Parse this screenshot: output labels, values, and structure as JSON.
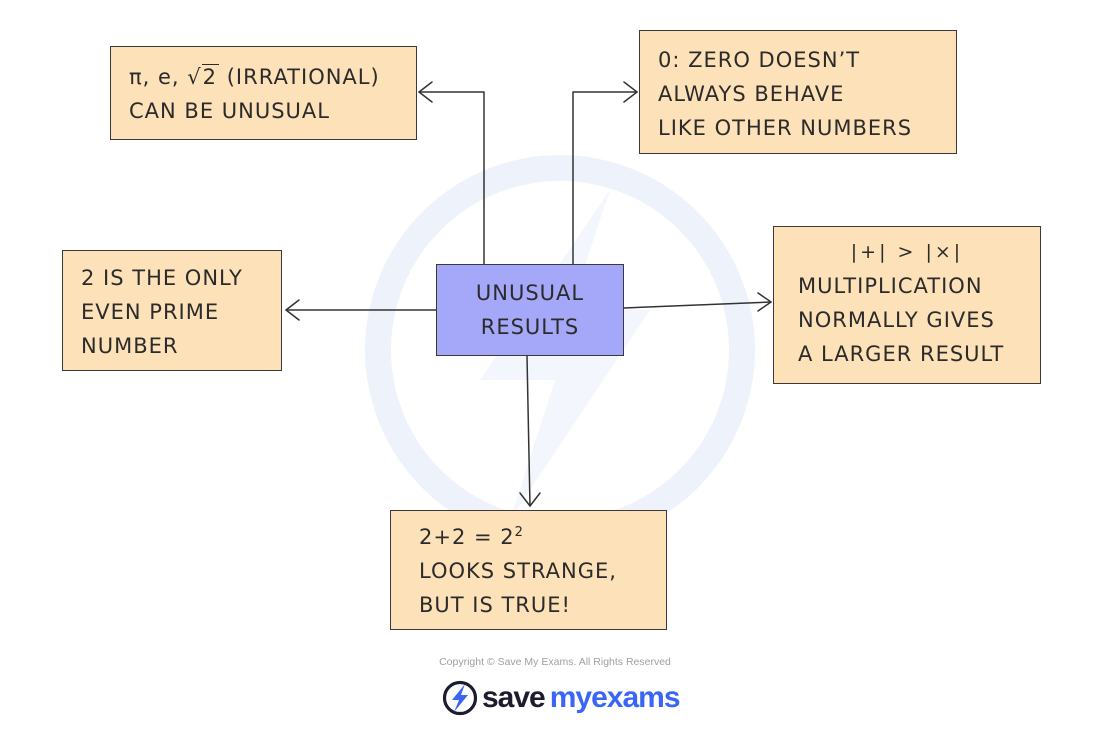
{
  "diagram": {
    "center": {
      "lines": [
        "UNUSUAL",
        "RESULTS"
      ]
    },
    "irrational": {
      "pi": "π",
      "e_part": ", e, ",
      "sqrt_sym": "√",
      "sqrt_num": "2",
      "tail": " (IRRATIONAL)",
      "line2": "CAN BE UNUSUAL"
    },
    "zero": {
      "lines": [
        "0: ZERO DOESN’T",
        "ALWAYS BEHAVE",
        "LIKE OTHER NUMBERS"
      ]
    },
    "prime": {
      "lines": [
        "2 IS THE ONLY",
        "EVEN PRIME",
        "NUMBER"
      ]
    },
    "multiply": {
      "math": "|+| > |×|",
      "lines": [
        "MULTIPLICATION",
        "NORMALLY GIVES",
        "A LARGER RESULT"
      ]
    },
    "square": {
      "eq_lhs": "2+2 = 2",
      "eq_exp": "2",
      "lines": [
        "LOOKS STRANGE,",
        "BUT IS TRUE!"
      ]
    }
  },
  "footer": {
    "copyright": "Copyright © Save My Exams. All Rights Reserved",
    "brand_part1": "save",
    "brand_part2": "my",
    "brand_part3": "exams"
  },
  "colors": {
    "node_fill": "#fde1b9",
    "center_fill": "#a5a8f8",
    "stroke": "#3a3a3a",
    "brand_dark": "#1c1c2e",
    "brand_blue": "#3b66f5"
  },
  "icons": {
    "watermark": "save-my-exams-bolt-watermark",
    "brand": "lightning-bolt-icon"
  }
}
